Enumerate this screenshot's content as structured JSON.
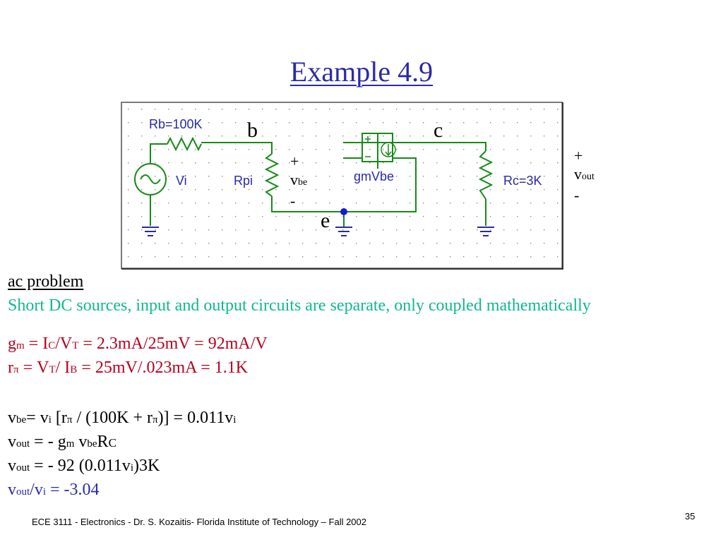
{
  "title": "Example 4.9",
  "circuit": {
    "rb_label": "Rb=100K",
    "vi_label": "Vi",
    "rpi_label": "Rpi",
    "gm_label": "gmVbe",
    "rc_label": "Rc=3K",
    "plus_sign": "+",
    "minus_sign": "-",
    "b": "b",
    "c": "c",
    "e": "e",
    "vbe_plus": "+",
    "vbe_v": "v",
    "vbe_sub": "be",
    "vbe_minus": "-",
    "vout_plus": "+",
    "vout_v": "v",
    "vout_sub": "out",
    "vout_minus": "-",
    "colors": {
      "wire": "#178a17",
      "component": "#2a2aa8",
      "grid": "#8a8a8a",
      "node": "#1a1ad0"
    }
  },
  "ac_heading": "ac problem",
  "note": "Short DC sources, input and output circuits are separate, only coupled mathematically",
  "eq": {
    "gm": {
      "a": "g",
      "b": "m",
      "c": " = I",
      "d": "C",
      "e": "/V",
      "f": "T",
      "g": " = 2.3mA/25mV = 92mA/V"
    },
    "rpi": {
      "a": "r",
      "b": "π",
      "c": " = V",
      "d": "T",
      "e": "/ I",
      "f": "B",
      "g": " = 25mV/.023mA = 1.1K"
    },
    "vbe": {
      "a": "v",
      "b": "be",
      "c": "= v",
      "d": "i",
      "e": " [r",
      "f": "π",
      "g": " / (100K + r",
      "h": "π",
      "i": ")] = 0.011v",
      "j": "i"
    },
    "vout1": {
      "a": "v",
      "b": "out",
      "c": " = - g",
      "d": "m",
      "e": " v",
      "f": "be",
      "g": "R",
      "h": "C"
    },
    "vout2": {
      "a": "v",
      "b": "out",
      "c": " = - 92 (0.011v",
      "d": "i",
      "e": ")3K"
    },
    "gain": {
      "a": "v",
      "b": "out",
      "c": "/v",
      "d": "i",
      "e": " = -3.04"
    }
  },
  "footer": "ECE 3111 - Electronics - Dr. S. Kozaitis- Florida Institute of Technology – Fall 2002",
  "page_number": "35"
}
